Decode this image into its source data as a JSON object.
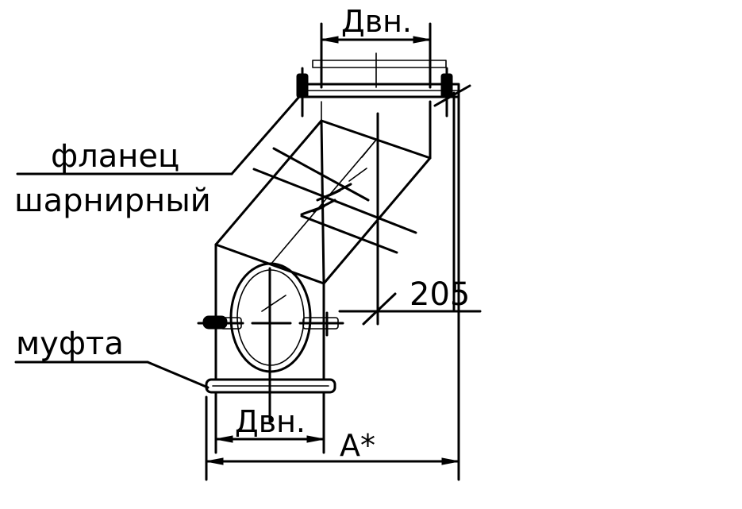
{
  "labels": {
    "flange_line1": "фланец",
    "flange_line2": "шарнирный",
    "coupling": "муфта",
    "dim_top": "Двн.",
    "dim_bottom": "Двн.",
    "dim_offset": "205",
    "dim_total": "А*"
  }
}
